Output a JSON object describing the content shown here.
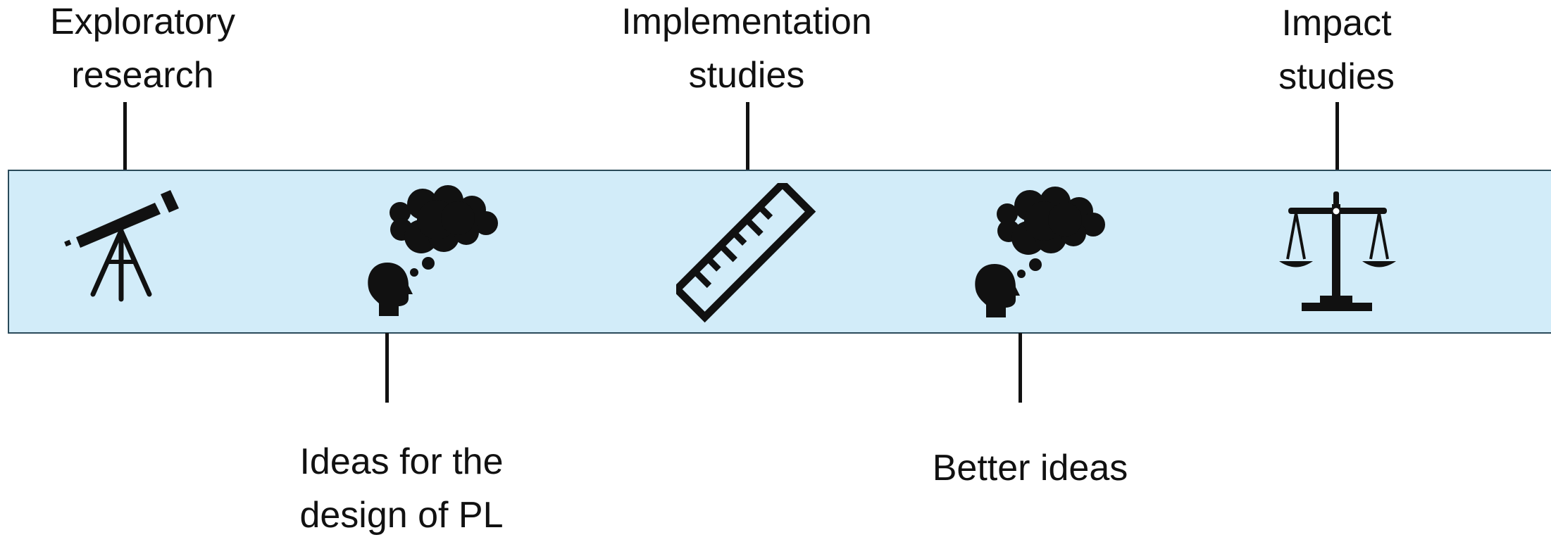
{
  "stages": {
    "exploratory": {
      "label": "Exploratory\nresearch",
      "icon": "telescope-icon"
    },
    "ideas_design": {
      "label": "Ideas for the\ndesign of PL",
      "icon": "thinking-head-icon"
    },
    "implementation": {
      "label": "Implementation\nstudies",
      "icon": "ruler-icon"
    },
    "better_ideas": {
      "label": "Better ideas",
      "icon": "thinking-head-icon"
    },
    "impact": {
      "label": "Impact\nstudies",
      "icon": "scales-icon"
    }
  },
  "colors": {
    "band": "#d2ecf9",
    "band_border": "#2a4a5a",
    "ink": "#111111"
  }
}
